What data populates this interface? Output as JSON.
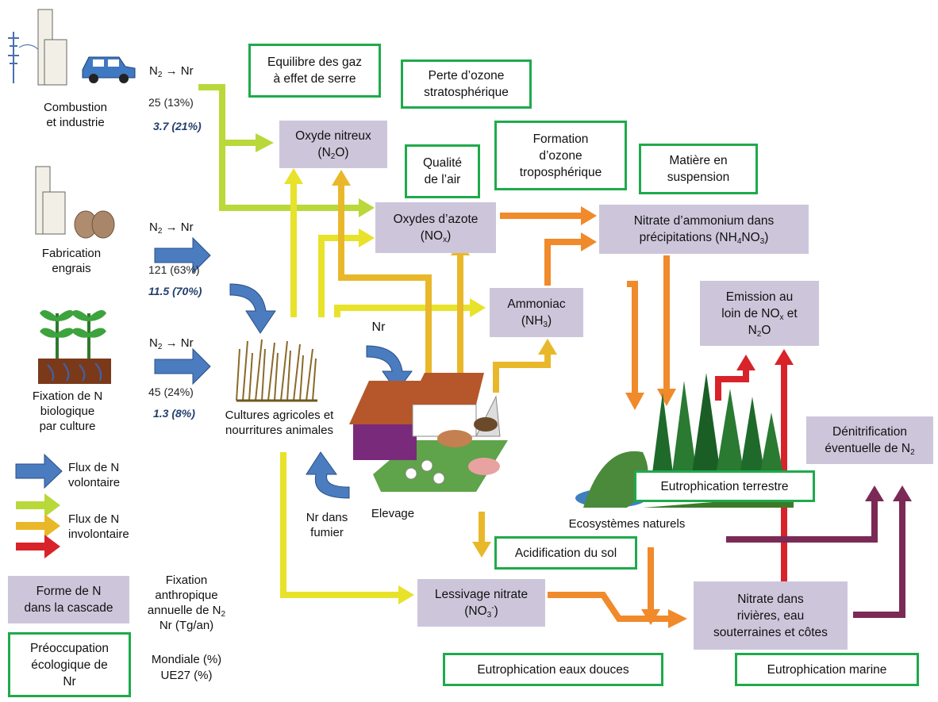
{
  "sources": {
    "combustion": "Combustion\net industrie",
    "fertilizer": "Fabrication\nengrais",
    "fixation": "Fixation de N\nbiologique\npar culture"
  },
  "flow_labels": {
    "n2": "N",
    "n2_sub": "2",
    "arrow": "→",
    "nr": "Nr"
  },
  "stats": {
    "combustion_world": "25 (13%)",
    "combustion_eu": "3.7  (21%)",
    "fertilizer_world": "121 (63%)",
    "fertilizer_eu": "11.5 (70%)",
    "fixation_world": "45 (24%)",
    "fixation_eu": "1.3  (8%)"
  },
  "purple_boxes": {
    "n2o": {
      "text": "Oxyde nitreux",
      "formula_pre": "(N",
      "formula_sub": "2",
      "formula_post": "O)"
    },
    "nox": {
      "text": "Oxydes d’azote",
      "formula_pre": "(NO",
      "formula_sub": "x",
      "formula_post": ")"
    },
    "nh3": {
      "text": "Ammoniac",
      "formula_pre": "(NH",
      "formula_sub": "3",
      "formula_post": ")"
    },
    "nh4no3": {
      "line1": "Nitrate d’ammonium dans",
      "line2_pre": "précipitations (NH",
      "sub1": "4",
      "mid": "NO",
      "sub2": "3",
      "post": ")"
    },
    "emission": {
      "line1": "Emission au",
      "line2_pre": "loin de NO",
      "sub1": "x",
      "line2_post": " et",
      "line3_pre": "N",
      "sub2": "2",
      "line3_post": "O"
    },
    "leaching": {
      "text": "Lessivage nitrate",
      "formula_pre": "(NO",
      "formula_sub": "3",
      "formula_sup": "-",
      "formula_post": ")"
    },
    "rivers": "Nitrate  dans\nrivières, eau\nsouterraines et côtes",
    "denitrification": {
      "line1": "Dénitrification",
      "line2_pre": "éventuelle de N",
      "sub": "2"
    }
  },
  "green_boxes": {
    "ghg": "Equilibre des gaz\nà effet de serre",
    "ozone_strat": "Perte d’ozone\nstratosphérique",
    "air_quality": "Qualité\nde l’air",
    "ozone_trop": "Formation\nd’ozone\ntroposphérique",
    "particulate": "Matière en\nsuspension",
    "eutro_terrestrial": "Eutrophication terrestre",
    "soil_acid": "Acidification du sol",
    "eutro_fresh": "Eutrophication  eaux douces",
    "eutro_marine": "Eutrophication marine"
  },
  "labels": {
    "crops": "Cultures agricoles et\nnourritures animales",
    "livestock": "Elevage",
    "manure": "Nr dans\nfumier",
    "nr_livestock": "Nr",
    "ecosystems": "Ecosystèmes naturels"
  },
  "legend": {
    "voluntary": "Flux de N\nvolontaire",
    "involuntary": "Flux de N\ninvolontaire",
    "form": "Forme de N\ndans la cascade",
    "concern": "Préoccupation\nécologique de\nNr",
    "fixation_title_l1": "Fixation",
    "fixation_title_l2": "anthropique",
    "fixation_title_l3_pre": "annuelle de N",
    "fixation_title_l3_sub": "2",
    "fixation_title_l4": "Nr (Tg/an)",
    "world": "Mondiale (%)",
    "eu": "UE27  (%)"
  },
  "colors": {
    "voluntary": "#4a7cbf",
    "lime": "#b9d83a",
    "yellow": "#e8e22a",
    "gold": "#e9b82a",
    "orange": "#f08a2a",
    "red": "#d8232a",
    "maroon": "#7b2a55",
    "purple_box": "#cdc6db",
    "green_border": "#1faa4b"
  }
}
